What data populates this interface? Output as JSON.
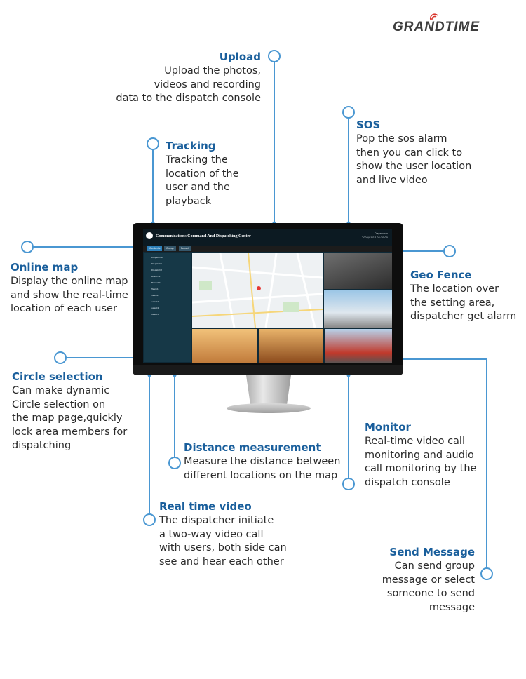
{
  "brand": {
    "logo_text": "GRANDTIME"
  },
  "app": {
    "title": "Communications Command And Dispatching Center",
    "user_line1": "Dispatcher",
    "user_line2": "2020/01/17 08:30:00",
    "tabs": [
      "Contacts",
      "Group",
      "Report"
    ],
    "tree_items": [
      "Dispatcher",
      "Dispatch1",
      "Dispatch2",
      "Branch1",
      "Branch2",
      "Team1",
      "Team2",
      "user01",
      "user02",
      "user03"
    ]
  },
  "callouts": {
    "upload": {
      "title": "Upload",
      "desc": "Upload the photos,\nvideos and recording\ndata to the dispatch console"
    },
    "sos": {
      "title": "SOS",
      "desc": "Pop the sos alarm\nthen you can click to\nshow the user location\nand live video"
    },
    "tracking": {
      "title": "Tracking",
      "desc": "Tracking the\nlocation of the\nuser and the\nplayback"
    },
    "online_map": {
      "title": "Online map",
      "desc": "Display the online map\nand show the real-time\nlocation of each user"
    },
    "geo_fence": {
      "title": "Geo Fence",
      "desc": "The location over\nthe setting area,\ndispatcher get alarm"
    },
    "circle_selection": {
      "title": "Circle selection",
      "desc": "Can make dynamic\nCircle selection on\nthe map page,quickly\nlock area members for\ndispatching"
    },
    "monitor": {
      "title": "Monitor",
      "desc": "Real-time video call\nmonitoring and audio\ncall monitoring by the\ndispatch console"
    },
    "distance": {
      "title": "Distance measurement",
      "desc": "Measure the distance between\ndifferent locations on the map"
    },
    "real_time_video": {
      "title": "Real time video",
      "desc": "The dispatcher initiate\na two-way video call\nwith users, both side can\nsee and hear each other"
    },
    "send_message": {
      "title": "Send Message",
      "desc": "Can send group\nmessage or select\nsomeone to send\nmessage"
    }
  },
  "colors": {
    "accent": "#4a97d2",
    "title": "#1a5f9c"
  }
}
